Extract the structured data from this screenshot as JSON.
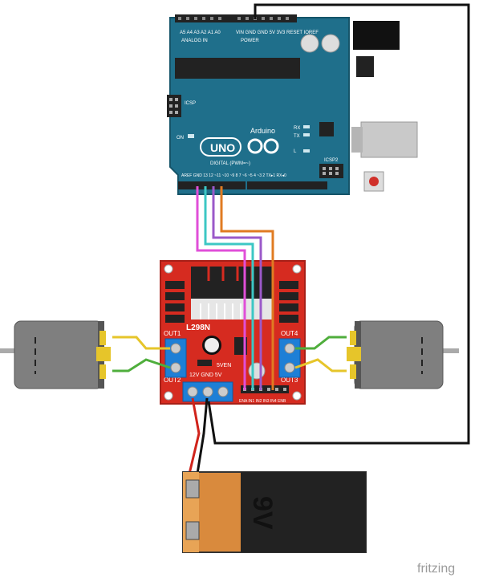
{
  "arduino": {
    "brand": "Arduino",
    "model": "UNO",
    "reset_label": "RESET",
    "icsp_label": "ICSP",
    "icsp2_label": "ICSP2",
    "on_label": "ON",
    "rx_label": "RX",
    "tx_label": "TX",
    "l_label": "L",
    "digital_label": "DIGITAL (PWM=~)",
    "analog_label": "ANALOG IN",
    "power_label": "POWER",
    "top_pins": "A5 A4 A3 A2 A1 A0",
    "power_pins": "VIN GND GND 5V 3V3 RESET IOREF",
    "bottom_pins": "AREF GND 13 12 ~11 ~10 ~9 8 7 ~6 ~5 4 ~3 2 TX▸1 RX◂0"
  },
  "driver": {
    "chip": "L298N",
    "out1": "OUT1",
    "out2": "OUT2",
    "out3": "OUT3",
    "out4": "OUT4",
    "supply_label": "12V GND  5V",
    "enable_label": "5VEN",
    "pins_label": "ENA IN1 IN2 IN3 IN4 ENB"
  },
  "battery": {
    "label": "9V"
  },
  "watermark": "fritzing",
  "colors": {
    "board": "#1f6f8b",
    "driver": "#d62b20",
    "wire_magenta": "#e04fd8",
    "wire_cyan": "#3cc7c4",
    "wire_purple": "#9b59c9",
    "wire_orange": "#e07b22",
    "battery": "#d98a3d"
  }
}
